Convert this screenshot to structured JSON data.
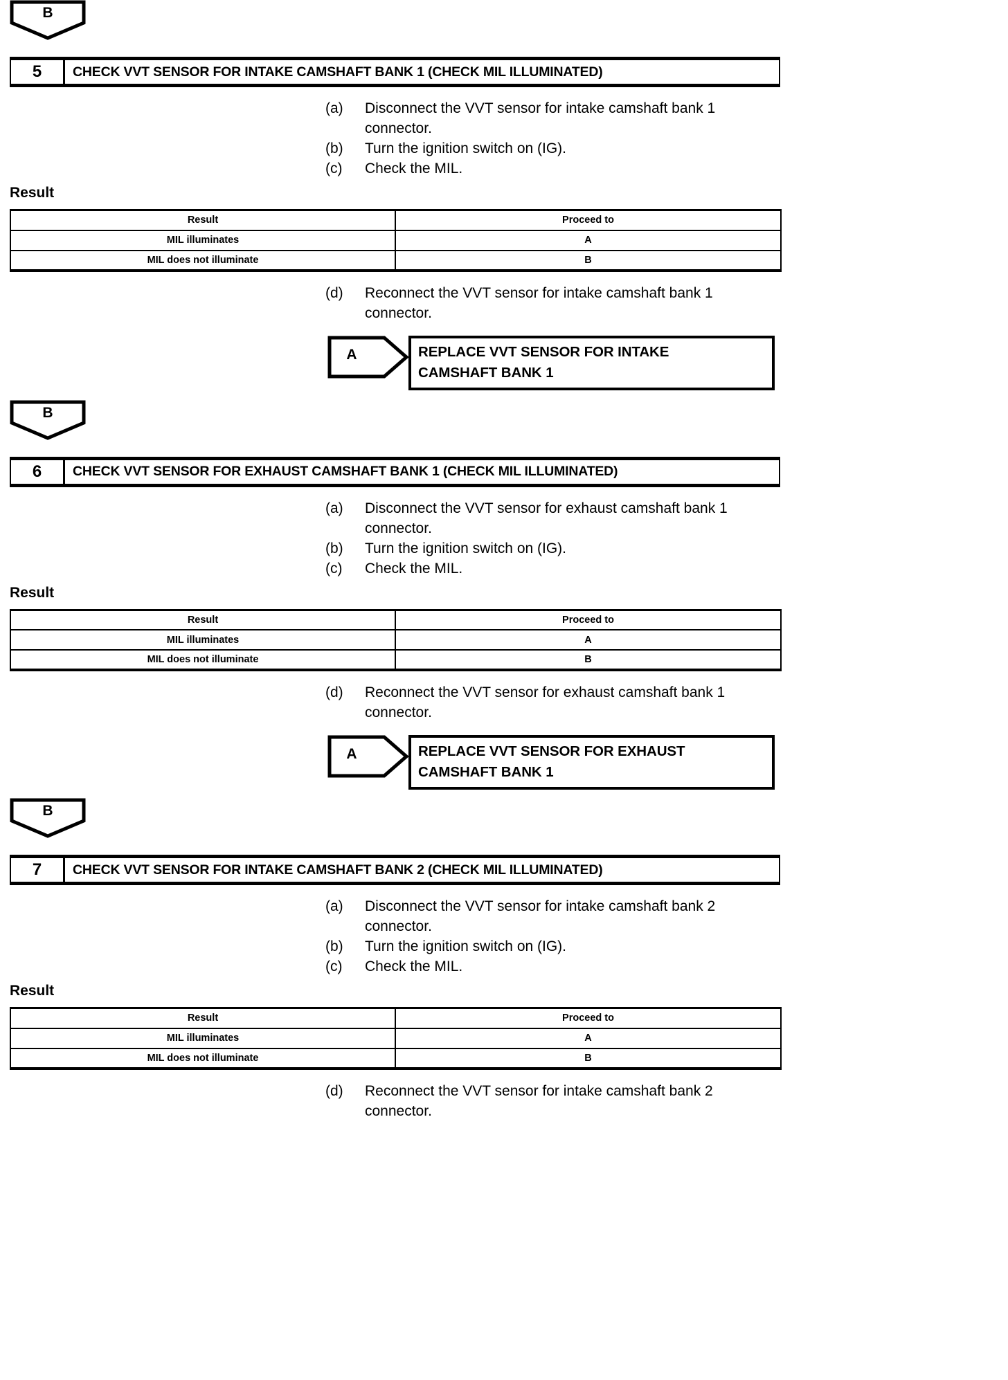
{
  "document": {
    "type": "diagnostic-flowchart",
    "labels": {
      "result_caption": "Result"
    },
    "table_headers": [
      "Result",
      "Proceed to"
    ]
  },
  "sections": [
    {
      "entry_connector": "B",
      "step_number": "5",
      "step_title": "CHECK VVT SENSOR FOR INTAKE CAMSHAFT BANK 1 (CHECK MIL ILLUMINATED)",
      "procedures": [
        {
          "marker": "(a)",
          "text": "Disconnect the VVT sensor for intake camshaft bank 1 connector."
        },
        {
          "marker": "(b)",
          "text": "Turn the ignition switch on (IG)."
        },
        {
          "marker": "(c)",
          "text": "Check the MIL."
        }
      ],
      "result_caption": "Result",
      "table": {
        "headers": [
          "Result",
          "Proceed to"
        ],
        "rows": [
          [
            "MIL illuminates",
            "A"
          ],
          [
            "MIL does not illuminate",
            "B"
          ]
        ]
      },
      "post_procedures": [
        {
          "marker": "(d)",
          "text": "Reconnect the VVT sensor for intake camshaft bank 1 connector."
        }
      ],
      "outcome": {
        "tag": "A",
        "action_lines": [
          "REPLACE VVT SENSOR FOR INTAKE",
          "CAMSHAFT BANK 1"
        ]
      }
    },
    {
      "entry_connector": "B",
      "step_number": "6",
      "step_title": "CHECK VVT SENSOR FOR EXHAUST CAMSHAFT BANK 1 (CHECK MIL ILLUMINATED)",
      "procedures": [
        {
          "marker": "(a)",
          "text": "Disconnect the VVT sensor for exhaust camshaft bank 1 connector."
        },
        {
          "marker": "(b)",
          "text": "Turn the ignition switch on (IG)."
        },
        {
          "marker": "(c)",
          "text": "Check the MIL."
        }
      ],
      "result_caption": "Result",
      "table": {
        "headers": [
          "Result",
          "Proceed to"
        ],
        "rows": [
          [
            "MIL illuminates",
            "A"
          ],
          [
            "MIL does not illuminate",
            "B"
          ]
        ]
      },
      "post_procedures": [
        {
          "marker": "(d)",
          "text": "Reconnect the VVT sensor for exhaust camshaft bank 1 connector."
        }
      ],
      "outcome": {
        "tag": "A",
        "action_lines": [
          "REPLACE VVT SENSOR FOR EXHAUST",
          "CAMSHAFT BANK 1"
        ]
      }
    },
    {
      "entry_connector": "B",
      "step_number": "7",
      "step_title": "CHECK VVT SENSOR FOR INTAKE CAMSHAFT BANK 2 (CHECK MIL ILLUMINATED)",
      "procedures": [
        {
          "marker": "(a)",
          "text": "Disconnect the VVT sensor for intake camshaft bank 2 connector."
        },
        {
          "marker": "(b)",
          "text": "Turn the ignition switch on (IG)."
        },
        {
          "marker": "(c)",
          "text": "Check the MIL."
        }
      ],
      "result_caption": "Result",
      "table": {
        "headers": [
          "Result",
          "Proceed to"
        ],
        "rows": [
          [
            "MIL illuminates",
            "A"
          ],
          [
            "MIL does not illuminate",
            "B"
          ]
        ]
      },
      "post_procedures": [
        {
          "marker": "(d)",
          "text": "Reconnect the VVT sensor for intake camshaft bank 2 connector."
        }
      ],
      "outcome": null
    }
  ],
  "colors": {
    "ink": "#000000",
    "paper": "#ffffff"
  }
}
